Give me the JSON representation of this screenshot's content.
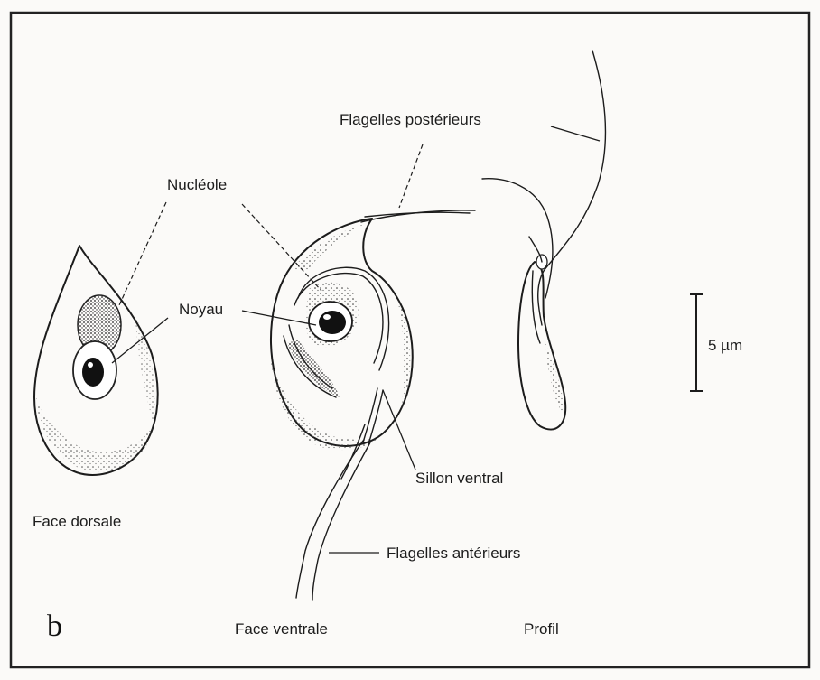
{
  "panel_letter": "b",
  "labels": {
    "flagelles_posterieurs": "Flagelles postérieurs",
    "nucleole": "Nucléole",
    "noyau": "Noyau",
    "sillon_ventral": "Sillon ventral",
    "flagelles_anterieurs": "Flagelles antérieurs",
    "scale": "5 µm"
  },
  "views": {
    "face_dorsale": "Face dorsale",
    "face_ventrale": "Face ventrale",
    "profil": "Profil"
  }
}
